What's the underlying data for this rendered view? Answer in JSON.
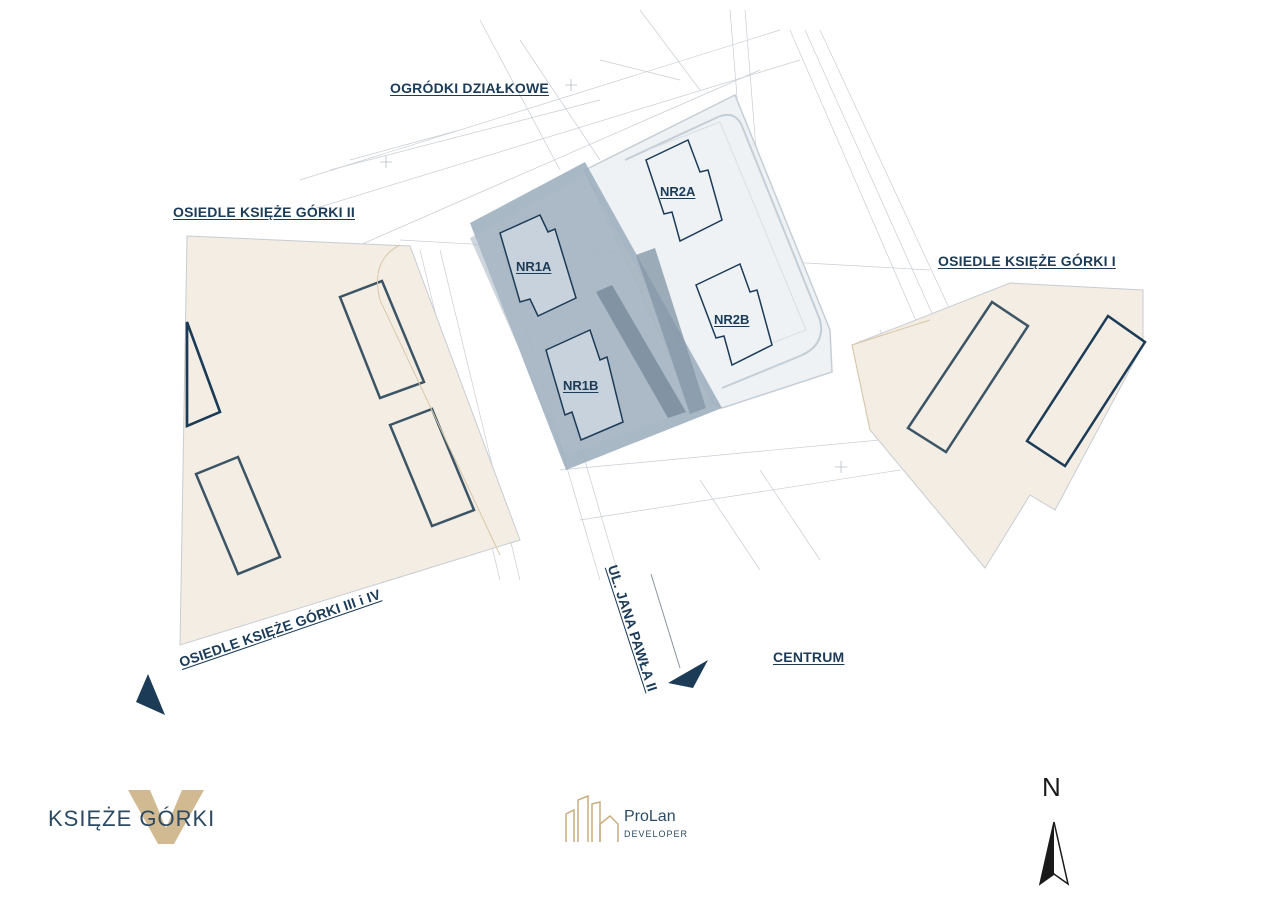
{
  "labels": {
    "allotments": "OGRÓDKI DZIAŁKOWE",
    "estate_2": "OSIEDLE KSIĘŻE GÓRKI II",
    "estate_1": "OSIEDLE KSIĘŻE GÓRKI I",
    "estate_3_4": "OSIEDLE KSIĘŻE GÓRKI III i IV",
    "street": "UL. JANA PAWŁA II",
    "centre": "CENTRUM"
  },
  "buildings": {
    "nr1a": "NR1A",
    "nr1b": "NR1B",
    "nr2a": "NR2A",
    "nr2b": "NR2B"
  },
  "brand": {
    "name": "KSIĘŻE GÓRKI",
    "developer_name": "ProLan",
    "developer_sub": "DEVELOPER"
  },
  "compass": {
    "letter": "N"
  },
  "colors": {
    "navy": "#1c3b57",
    "estate_fill": "#f4ede4",
    "phase1_fill": "#9aabbb",
    "gold": "#c9ad7f"
  },
  "icons": [
    "arrow-sw-icon",
    "arrow-south-icon",
    "north-arrow-icon",
    "prolan-building-icon",
    "gold-v-icon"
  ]
}
